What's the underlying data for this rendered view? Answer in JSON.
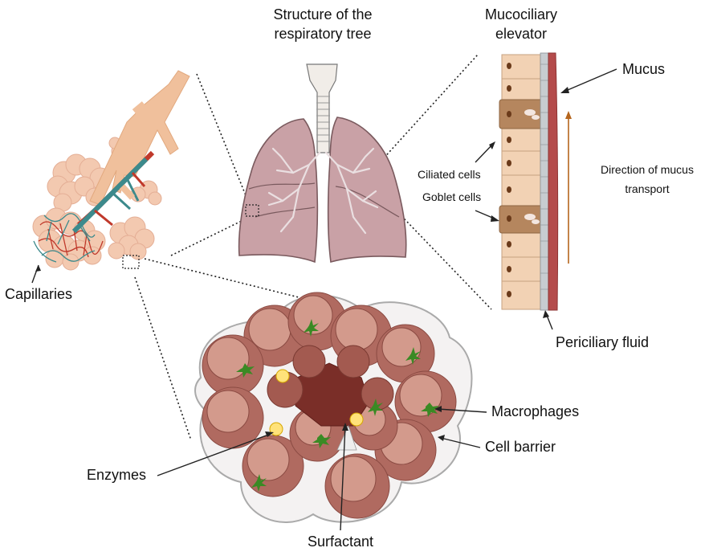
{
  "titles": {
    "respiratory_tree_line1": "Structure of the",
    "respiratory_tree_line2": "respiratory tree",
    "mucociliary_line1": "Mucociliary",
    "mucociliary_line2": "elevator"
  },
  "labels": {
    "mucus": "Mucus",
    "ciliated_cells": "Ciliated cells",
    "goblet_cells": "Goblet cells",
    "direction_line1": "Direction of mucus",
    "direction_line2": "transport",
    "periciliary_fluid": "Periciliary fluid",
    "capillaries": "Capillaries",
    "macrophages": "Macrophages",
    "cell_barrier": "Cell barrier",
    "enzymes": "Enzymes",
    "surfactant": "Surfactant"
  },
  "colors": {
    "lung": "#c9a1a6",
    "lung_outline": "#7a5a5e",
    "alveoli_cluster": "#f3c9b0",
    "airway": "#f0c09c",
    "artery": "#c0392b",
    "vein": "#3c8a8c",
    "alveolus": "#b06a60",
    "alveolus_light": "#d39a8c",
    "lumen": "#7a2e28",
    "macrophage": "#3a8a24",
    "enzyme": "#ffe27a",
    "cell": "#f2d2b4",
    "goblet": "#b5865e",
    "nucleus": "#6a3a1a",
    "mucus_layer": "#b44b4b",
    "arrow": "#b5651d"
  }
}
